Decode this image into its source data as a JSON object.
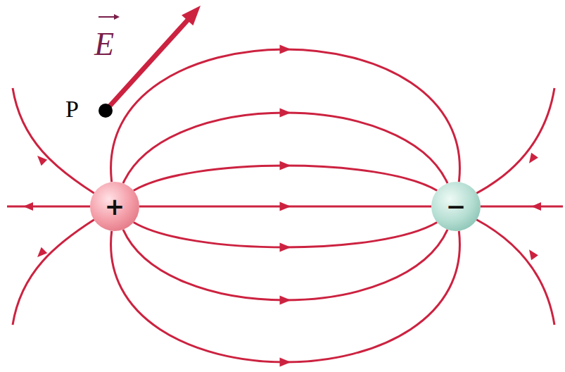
{
  "diagram": {
    "nodes": [
      {
        "text": [
          "+"
        ]
      },
      {
        "text": [
          "−"
        ]
      }
    ],
    "edges": [
      {
        "from": 0,
        "to": 1,
        "arrow": "to"
      },
      {
        "from": 0,
        "to": 1,
        "arrow": "to"
      },
      {
        "from": 0,
        "to": 1,
        "arrow": "to"
      },
      {
        "from": 0,
        "to": 1,
        "arrow": "to"
      },
      {
        "from": 0,
        "to": 1,
        "arrow": "to"
      },
      {
        "from": 0,
        "to": 1,
        "arrow": "to"
      },
      {
        "from": 0,
        "to": 1,
        "arrow": "to"
      }
    ],
    "labels": [
      "E",
      "P"
    ]
  }
}
